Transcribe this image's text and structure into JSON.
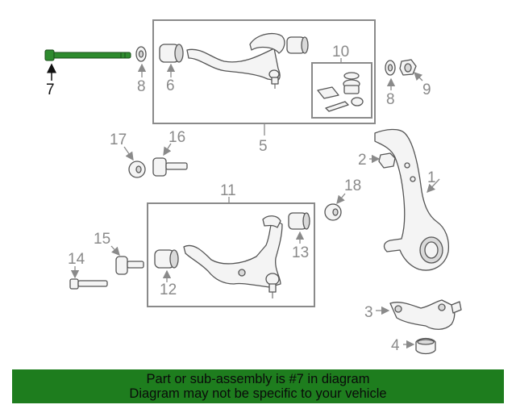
{
  "callouts": {
    "c1": "1",
    "c2": "2",
    "c3": "3",
    "c4": "4",
    "c5": "5",
    "c6": "6",
    "c7": "7",
    "c8a": "8",
    "c8b": "8",
    "c9": "9",
    "c10": "10",
    "c11": "11",
    "c12": "12",
    "c13": "13",
    "c14": "14",
    "c15": "15",
    "c16": "16",
    "c17": "17",
    "c18": "18"
  },
  "highlight_part": "7",
  "colors": {
    "highlight": "#2e8b2e",
    "banner": "#1e7d1e",
    "callout": "#8a8a8a"
  },
  "banner": {
    "line1": "Part or sub-assembly is #7 in diagram",
    "line2": "Diagram may not be specific to your vehicle"
  }
}
